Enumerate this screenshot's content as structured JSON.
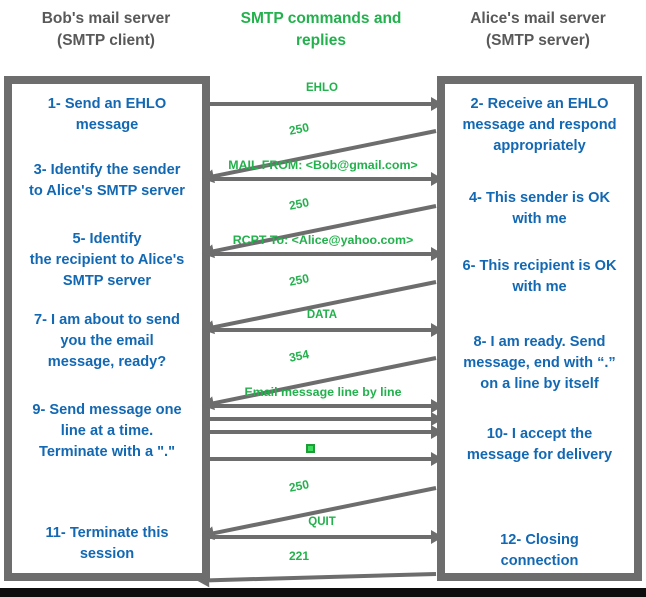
{
  "headers": {
    "left": "Bob's mail server\n(SMTP client)",
    "center": "SMTP commands and\nreplies",
    "right": "Alice's mail server\n(SMTP server)"
  },
  "colors": {
    "step_text": "#1268b3",
    "label_text": "#22b14c",
    "header_gray": "#595959",
    "arrow": "#6d6d6d",
    "panel_frame": "#6d6d6d"
  },
  "client_steps": [
    {
      "id": "step-1",
      "text": "1- Send an EHLO\nmessage"
    },
    {
      "id": "step-3",
      "text": "3- Identify the sender\nto Alice's SMTP server"
    },
    {
      "id": "step-5",
      "text": "5- Identify\nthe recipient to Alice's\nSMTP server"
    },
    {
      "id": "step-7",
      "text": "7- I am about to send\nyou the email\nmessage, ready?"
    },
    {
      "id": "step-9",
      "text": "9- Send message one\nline at a time.\nTerminate with a \".\""
    },
    {
      "id": "step-11",
      "text": "11- Terminate this\nsession"
    }
  ],
  "server_steps": [
    {
      "id": "step-2",
      "text": "2- Receive an EHLO\nmessage and respond\nappropriately"
    },
    {
      "id": "step-4",
      "text": "4- This sender is OK\nwith me"
    },
    {
      "id": "step-6",
      "text": "6- This recipient is OK\nwith me"
    },
    {
      "id": "step-8",
      "text": "8-  I am ready. Send\nmessage, end with “.”\non a line by itself"
    },
    {
      "id": "step-10",
      "text": "10-  I accept the\nmessage for delivery"
    },
    {
      "id": "step-12",
      "text": "12-  Closing\nconnection"
    }
  ],
  "messages": [
    {
      "id": "msg-ehlo",
      "label": "EHLO",
      "direction": "client-to-server"
    },
    {
      "id": "reply-250-a",
      "label": "250",
      "direction": "server-to-client"
    },
    {
      "id": "msg-mailfrom",
      "label": "MAIL FROM: <Bob@gmail.com>",
      "direction": "client-to-server"
    },
    {
      "id": "reply-250-b",
      "label": "250",
      "direction": "server-to-client"
    },
    {
      "id": "msg-rcptto",
      "label": "RCPT To: <Alice@yahoo.com>",
      "direction": "client-to-server"
    },
    {
      "id": "reply-250-c",
      "label": "250",
      "direction": "server-to-client"
    },
    {
      "id": "msg-data",
      "label": "DATA",
      "direction": "client-to-server"
    },
    {
      "id": "reply-354",
      "label": "354",
      "direction": "server-to-client"
    },
    {
      "id": "msg-body-1",
      "label": "Email message line by line",
      "direction": "client-to-server"
    },
    {
      "id": "msg-body-2",
      "label": "",
      "direction": "client-to-server"
    },
    {
      "id": "msg-body-3",
      "label": "",
      "direction": "client-to-server"
    },
    {
      "id": "msg-body-4",
      "label": "",
      "direction": "client-to-server"
    },
    {
      "id": "msg-period",
      "label": ".",
      "direction": "client-to-server"
    },
    {
      "id": "reply-250-d",
      "label": "250",
      "direction": "server-to-client"
    },
    {
      "id": "msg-quit",
      "label": "QUIT",
      "direction": "client-to-server"
    },
    {
      "id": "reply-221",
      "label": "221",
      "direction": "server-to-client"
    }
  ]
}
